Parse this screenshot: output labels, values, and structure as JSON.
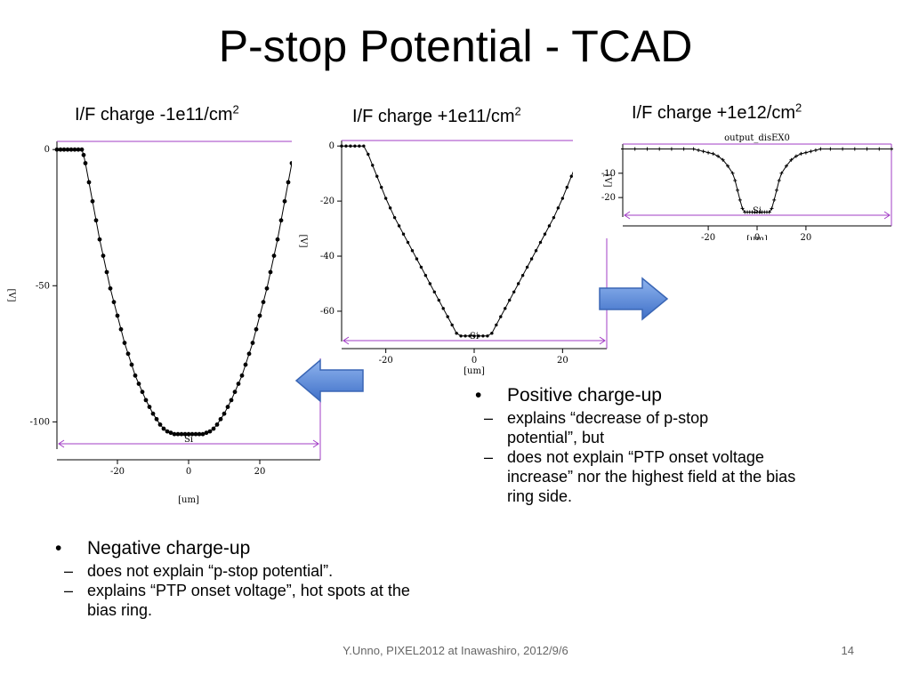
{
  "slide": {
    "title": "P-stop Potential - TCAD",
    "footer": "Y.Unno, PIXEL2012 at Inawashiro, 2012/9/6",
    "page": "14"
  },
  "captions": [
    {
      "text": "I/F charge -1e11/cm",
      "sup": "2"
    },
    {
      "text": "I/F charge  +1e11/cm",
      "sup": "2"
    },
    {
      "text": "I/F charge +1e12/cm",
      "sup": "2"
    }
  ],
  "bullets": {
    "negative": {
      "head": "Negative charge-up",
      "items": [
        "does not explain “p-stop potential”.",
        "explains “PTP onset voltage”, hot spots at the bias ring."
      ]
    },
    "positive": {
      "head": "Positive charge-up",
      "items": [
        "explains “decrease of p-stop potential”, but",
        "does not explain “PTP onset voltage increase” nor the highest field at the bias ring side."
      ]
    }
  },
  "symbols": {
    "bullet": "•",
    "dash": "–"
  },
  "colors": {
    "frame": "#a23cc6",
    "curve": "#000000",
    "arrow": "#4a7ed6"
  },
  "chart_data": [
    {
      "type": "line",
      "title": "",
      "xlabel": "[um]",
      "ylabel": "[V]",
      "xlim": [
        -37,
        37
      ],
      "ylim": [
        -110,
        3
      ],
      "xticks": [
        -20,
        0,
        20
      ],
      "yticks": [
        0,
        -50,
        -100
      ],
      "region_label": "Si",
      "series": [
        {
          "x": [
            -37,
            -36,
            -35,
            -34,
            -33,
            -32,
            -31,
            -30,
            -29.5,
            -29,
            -28,
            -27,
            -26,
            -25,
            -24,
            -23,
            -22,
            -21,
            -20,
            -19,
            -18,
            -17,
            -16,
            -15,
            -14,
            -13,
            -12,
            -11,
            -10,
            -9,
            -8,
            -7,
            -6,
            -5,
            -4,
            -3,
            -2,
            -1,
            0,
            1,
            2,
            3,
            4,
            5,
            6,
            7,
            8,
            9,
            10,
            11,
            12,
            13,
            14,
            15,
            16,
            17,
            18,
            19,
            20,
            21,
            22,
            23,
            24,
            25,
            26,
            27,
            28,
            29,
            30,
            31,
            32,
            33,
            34,
            35,
            36,
            37
          ],
          "y": [
            0,
            0,
            0,
            0,
            0,
            0,
            0,
            0,
            -2,
            -5,
            -12,
            -19,
            -26,
            -33,
            -39,
            -45,
            -51,
            -56,
            -61,
            -66,
            -71,
            -75,
            -79,
            -83,
            -86,
            -89,
            -92,
            -94.5,
            -97,
            -99,
            -101,
            -102.5,
            -103.5,
            -104,
            -104.5,
            -104.5,
            -104.5,
            -104.5,
            -104.5,
            -104.5,
            -104.5,
            -104.5,
            -104.5,
            -104,
            -103.5,
            -102.5,
            -101,
            -99,
            -97,
            -94.5,
            -92,
            -89,
            -86,
            -83,
            -79,
            -75,
            -71,
            -66,
            -61,
            -56,
            -51,
            -45,
            -39,
            -33,
            -26,
            -19,
            -12,
            -5,
            -2,
            0,
            0,
            0,
            0,
            0,
            0,
            0
          ]
        }
      ]
    },
    {
      "type": "line",
      "title": "",
      "xlabel": "[um]",
      "ylabel": "[V]",
      "xlim": [
        -30,
        30
      ],
      "ylim": [
        -71,
        2
      ],
      "xticks": [
        -20,
        0,
        20
      ],
      "yticks": [
        0,
        -20,
        -40,
        -60
      ],
      "region_label": "Si",
      "series": [
        {
          "x": [
            -30,
            -29,
            -28,
            -27,
            -26,
            -25,
            -24,
            -23,
            -22,
            -21,
            -20,
            -19,
            -18,
            -17,
            -16,
            -15,
            -14,
            -13,
            -12,
            -11,
            -10,
            -9,
            -8,
            -7,
            -6,
            -5,
            -4,
            -3,
            -2,
            -1,
            0,
            1,
            2,
            3,
            4,
            5,
            6,
            7,
            8,
            9,
            10,
            11,
            12,
            13,
            14,
            15,
            16,
            17,
            18,
            19,
            20,
            21,
            22,
            23,
            24,
            25,
            26,
            27,
            28,
            29,
            30
          ],
          "y": [
            0,
            0,
            0,
            0,
            0,
            0,
            -3,
            -7,
            -11,
            -15,
            -19,
            -22.5,
            -26,
            -29,
            -32,
            -35,
            -38,
            -41,
            -44,
            -47,
            -50,
            -53,
            -56,
            -59,
            -62,
            -65,
            -68,
            -69,
            -69,
            -69,
            -69,
            -69,
            -69,
            -69,
            -68,
            -65,
            -62,
            -59,
            -56,
            -53,
            -50,
            -47,
            -44,
            -41,
            -38,
            -35,
            -32,
            -29,
            -26,
            -22.5,
            -19,
            -15,
            -11,
            -7,
            -3,
            0,
            0,
            0,
            0,
            0,
            0
          ]
        }
      ]
    },
    {
      "type": "line",
      "title": "output_disEX0",
      "xlabel": "[um]",
      "ylabel": "[V]",
      "xlim": [
        -55,
        55
      ],
      "ylim": [
        -28,
        2
      ],
      "xticks": [
        -20,
        0,
        20
      ],
      "yticks": [
        -10,
        -20
      ],
      "region_label": "Si",
      "series": [
        {
          "x": [
            -55,
            -50,
            -45,
            -40,
            -35,
            -30,
            -26,
            -24,
            -22,
            -20,
            -18,
            -16,
            -14,
            -12,
            -10,
            -9,
            -8,
            -7,
            -6,
            -5,
            -4,
            -3,
            -2,
            -1,
            0,
            1,
            2,
            3,
            4,
            5,
            6,
            7,
            8,
            9,
            10,
            12,
            14,
            16,
            18,
            20,
            22,
            24,
            26,
            30,
            35,
            40,
            45,
            50,
            55
          ],
          "y": [
            0,
            0,
            0,
            0,
            0,
            0,
            0,
            -0.5,
            -1,
            -1.5,
            -2,
            -3,
            -4.5,
            -7,
            -10,
            -13,
            -17,
            -21,
            -24.5,
            -26,
            -26,
            -26,
            -26,
            -26,
            -26,
            -26,
            -26,
            -26,
            -26,
            -26,
            -24.5,
            -21,
            -17,
            -13,
            -10,
            -7,
            -4.5,
            -3,
            -2,
            -1.5,
            -1,
            -0.5,
            0,
            0,
            0,
            0,
            0,
            0,
            0
          ]
        }
      ]
    }
  ]
}
